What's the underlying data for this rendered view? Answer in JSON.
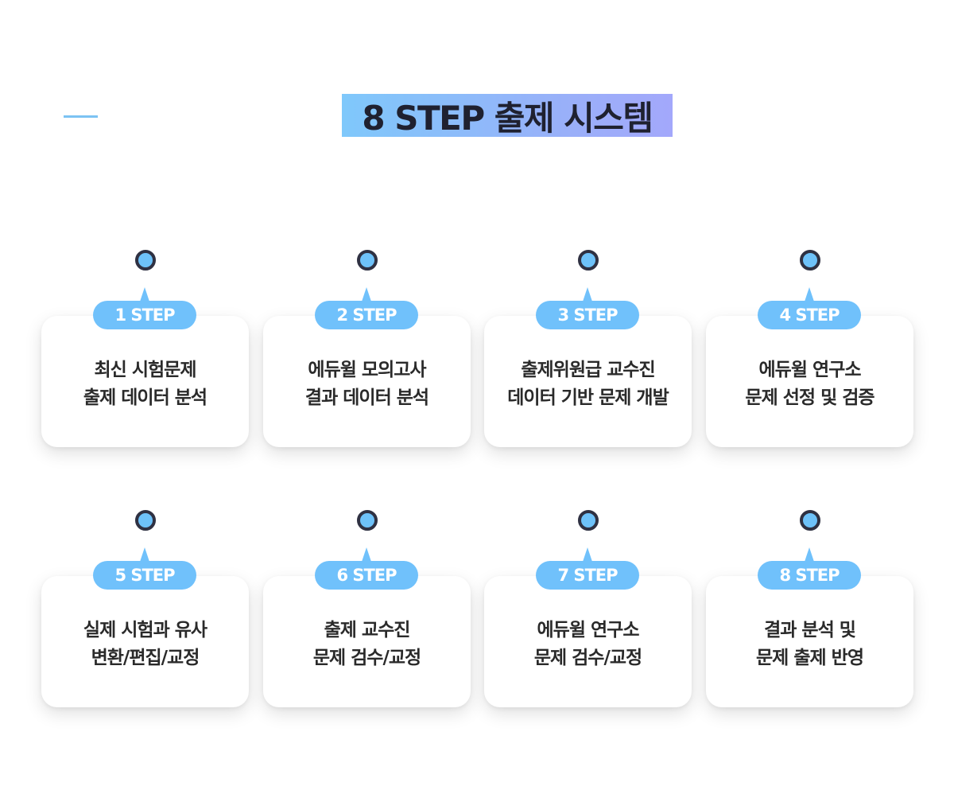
{
  "title": "8 STEP 출제 시스템",
  "colors": {
    "accent": "#70c1fb",
    "dot_border": "#2f3142",
    "title_gradient_start": "#7fc8fb",
    "title_gradient_end": "#a3a8fb",
    "text": "#2a2a2a"
  },
  "steps": [
    {
      "label": "1 STEP",
      "line1": "최신 시험문제",
      "line2": "출제 데이터  분석"
    },
    {
      "label": "2 STEP",
      "line1": "에듀윌 모의고사",
      "line2": "결과 데이터 분석"
    },
    {
      "label": "3 STEP",
      "line1": "출제위원급 교수진",
      "line2": "데이터 기반 문제 개발"
    },
    {
      "label": "4 STEP",
      "line1": "에듀윌 연구소",
      "line2": "문제 선정 및 검증"
    },
    {
      "label": "5 STEP",
      "line1": "실제 시험과 유사",
      "line2": "변환/편집/교정"
    },
    {
      "label": "6 STEP",
      "line1": "출제 교수진",
      "line2": "문제 검수/교정"
    },
    {
      "label": "7 STEP",
      "line1": "에듀윌 연구소",
      "line2": "문제 검수/교정"
    },
    {
      "label": "8 STEP",
      "line1": "결과 분석 및",
      "line2": "문제 출제 반영"
    }
  ]
}
